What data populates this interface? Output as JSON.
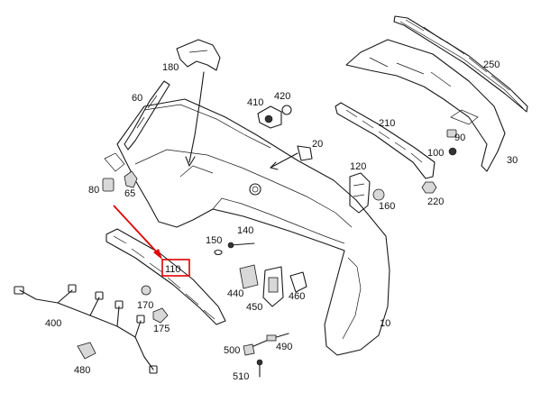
{
  "diagram": {
    "highlight_color": "#e00000",
    "line_color": "#1a1a1a",
    "highlighted_part": "110",
    "labels": {
      "p10": "10",
      "p20": "20",
      "p30": "30",
      "p60": "60",
      "p65": "65",
      "p80": "80",
      "p90": "90",
      "p100": "100",
      "p110": "110",
      "p120": "120",
      "p140": "140",
      "p150": "150",
      "p160": "160",
      "p170": "170",
      "p175": "175",
      "p180": "180",
      "p210": "210",
      "p220": "220",
      "p250": "250",
      "p400": "400",
      "p410": "410",
      "p420": "420",
      "p440": "440",
      "p450": "450",
      "p460": "460",
      "p480": "480",
      "p490": "490",
      "p500": "500",
      "p510": "510"
    }
  }
}
